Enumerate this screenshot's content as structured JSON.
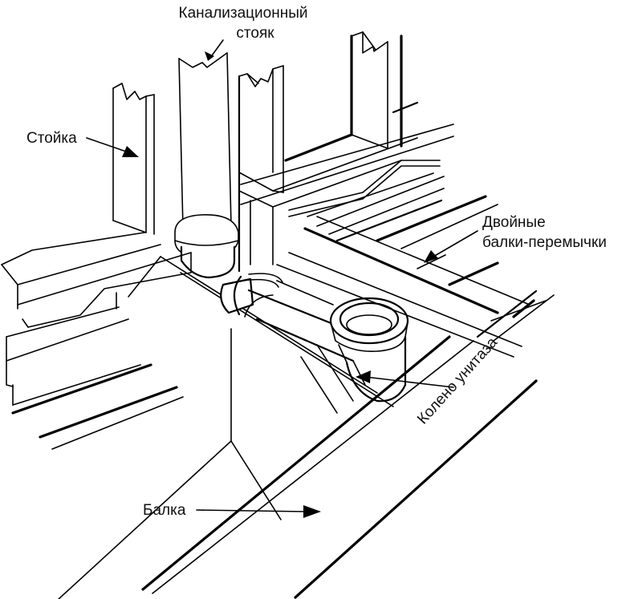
{
  "diagram": {
    "title": "Toilet drain elbow and soil stack installation within floor framing",
    "colors": {
      "ink": "#000000",
      "background": "#ffffff"
    },
    "labels": {
      "stack_line1": "Канализационный",
      "stack_line2": "стояк",
      "stud": "Стойка",
      "double_header_line1": "Двойные",
      "double_header_line2": "балки-перемычки",
      "closet_bend": "Колено унитаза",
      "joist": "Балка"
    },
    "components": [
      "soil-stack",
      "stud",
      "double-header-joists",
      "closet-bend",
      "floor-joist",
      "stack-fitting",
      "drain-pipe"
    ]
  }
}
